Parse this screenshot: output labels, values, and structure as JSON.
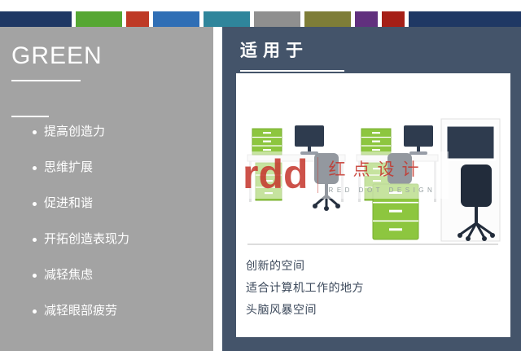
{
  "top_strip": {
    "colors": [
      "#1F3864",
      "#56A733",
      "#BE3A26",
      "#2F6EB5",
      "#2F859B",
      "#8F8F8F",
      "#7E7D38",
      "#61307E",
      "#A51F17",
      "#1F3864"
    ]
  },
  "sidebar": {
    "title": "GREEN",
    "bullets": [
      "提高创造力",
      "思维扩展",
      "促进和谐",
      "开拓创造表现力",
      "减轻焦虑",
      "减轻眼部疲劳"
    ]
  },
  "main": {
    "title": "适用于",
    "captions": [
      "创新的空间",
      "适合计算机工作的地方",
      "头脑风暴空间"
    ],
    "watermark": {
      "logo": "rdd",
      "name_cn": "红点设计",
      "name_en": "RED DOT DESIGN"
    }
  },
  "colors": {
    "sidebar_bg": "#A3A3A3",
    "panel_bg": "#44546A",
    "accent_red": "#C5352B",
    "furniture_green": "#8DC63F",
    "furniture_dark": "#2E3B4E"
  }
}
